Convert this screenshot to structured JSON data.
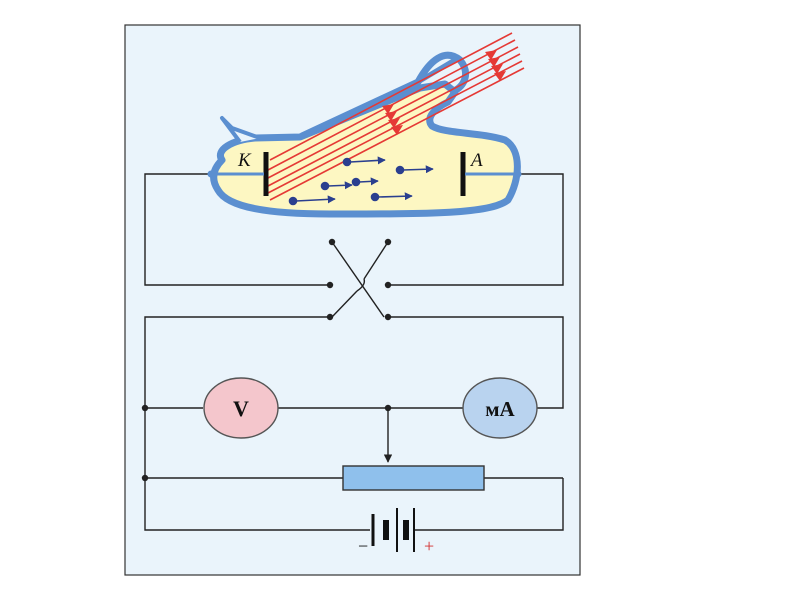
{
  "diagram": {
    "labels": {
      "cathode": "K",
      "anode": "A",
      "voltmeter": "V",
      "milliammeter": "мA",
      "battery_negative": "−",
      "battery_positive": "+"
    },
    "colors": {
      "panel_background": "#eaf4fb",
      "panel_border": "#333333",
      "tube_glass": "#5b8fd0",
      "tube_inner": "#fdf7c2",
      "light_rays": "#e53935",
      "electron": "#2a3f8f",
      "wire": "#222222",
      "voltmeter_fill": "#f4c6cc",
      "milliammeter_fill": "#b9d3ef",
      "rheostat_fill": "#8fc0ec",
      "battery_positive_mark": "#d32f2f"
    }
  }
}
